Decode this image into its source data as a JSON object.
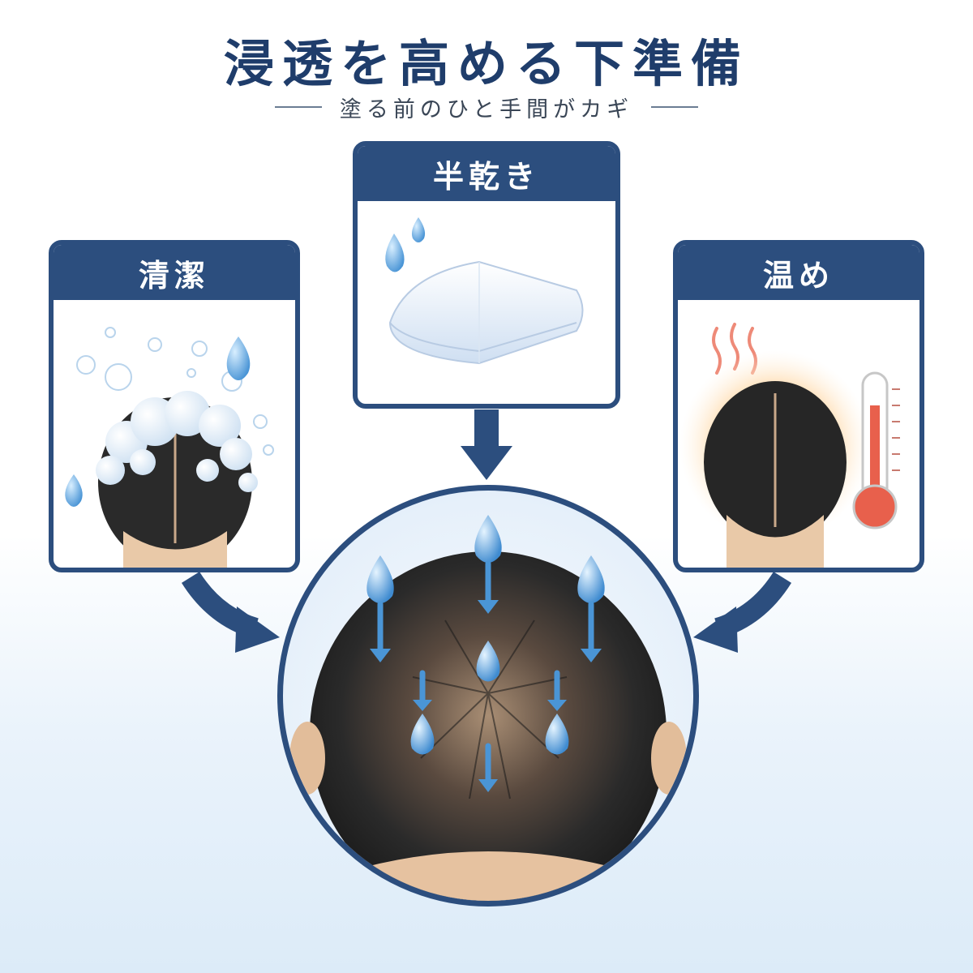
{
  "title": "浸透を高める下準備",
  "subtitle": "塗る前のひと手間がカギ",
  "panels": {
    "clean": {
      "label": "清潔"
    },
    "dry": {
      "label": "半乾き"
    },
    "warm": {
      "label": "温め"
    }
  },
  "colors": {
    "navy": "#2c4e7e",
    "title": "#1f3d6b",
    "water": "#5fa8e0",
    "heat": "#e8765d"
  }
}
